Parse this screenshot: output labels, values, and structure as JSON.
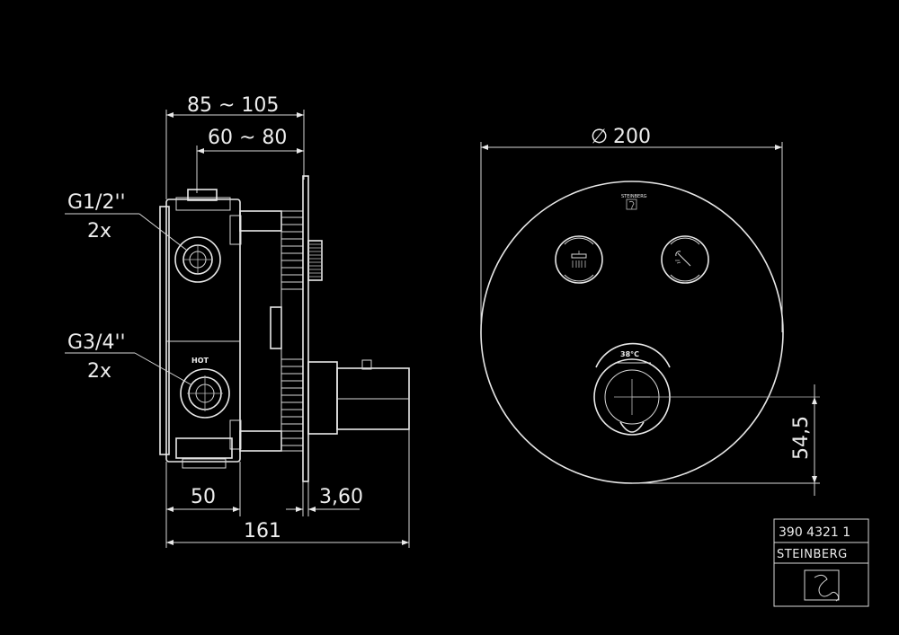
{
  "side_view": {
    "dim_total_depth": "85 ~ 105",
    "dim_install_depth": "60 ~ 80",
    "dim_body_width": "50",
    "dim_plate_thickness": "3,60",
    "dim_overall_length": "161",
    "label_thread_small": "G1/2''",
    "label_thread_small_qty": "2x",
    "label_thread_large": "G3/4''",
    "label_thread_large_qty": "2x",
    "label_hot": "HOT"
  },
  "front_view": {
    "dim_diameter_symbol": "∅",
    "dim_diameter": "200",
    "dim_knob_offset": "54,5",
    "brand_mark": "STEINBERG",
    "temperature_label": "38°C"
  },
  "title_block": {
    "article_number": "390 4321 1",
    "brand": "STEINBERG",
    "logo_icon": "steinberg-logo-icon"
  }
}
